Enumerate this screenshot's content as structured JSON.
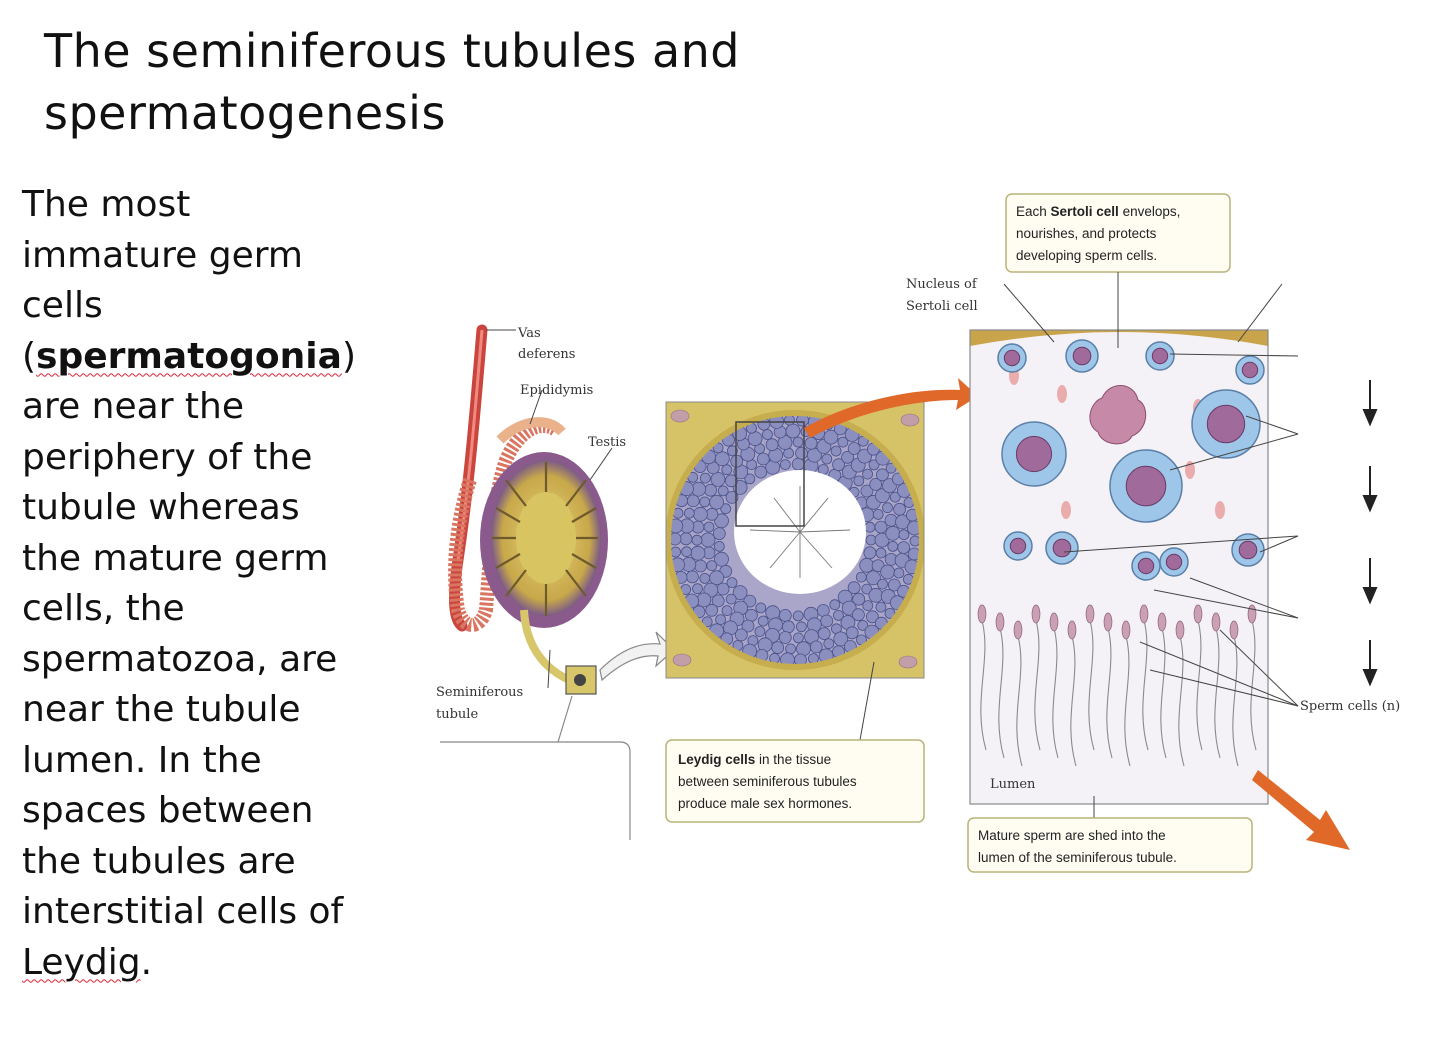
{
  "title": {
    "line1": "The seminiferous tubules and",
    "line2": "spermatogenesis"
  },
  "body": {
    "l1": "The most",
    "l2": "immature germ",
    "l3": "cells",
    "l4_open": "(",
    "l4_term": "spermatogonia",
    "l4_close": ")",
    "l5": "are near the",
    "l6": "periphery of the",
    "l7": "tubule whereas",
    "l8": "the mature germ",
    "l9": "cells, the",
    "l10": "spermatozoa, are",
    "l11": "near the tubule",
    "l12": "lumen. In the",
    "l13": "spaces between",
    "l14": "the tubules are",
    "l15": "interstitial cells of",
    "l16_word": "Leydig",
    "l16_end": "."
  },
  "diagram": {
    "labels": {
      "vas_1": "Vas",
      "vas_2": "deferens",
      "epididymis": "Epididymis",
      "testis": "Testis",
      "semi_1": "Seminiferous",
      "semi_2": "tubule",
      "nucleus_1": "Nucleus of",
      "nucleus_2": "Sertoli cell",
      "lumen": "Lumen",
      "sperm_cells": "Sperm cells (n)"
    },
    "boxes": {
      "sertoli_1a": "Each ",
      "sertoli_1b": "Sertoli cell",
      "sertoli_1c": " envelops,",
      "sertoli_2": "nourishes, and protects",
      "sertoli_3": "developing sperm cells.",
      "leydig_1a": "Leydig cells",
      "leydig_1b": " in the tissue",
      "leydig_2": "between seminiferous tubules",
      "leydig_3": "produce male sex hormones.",
      "mature_1": "Mature sperm are shed into the",
      "mature_2": "lumen of the seminiferous tubule."
    },
    "colors": {
      "tubule_wall": "#d8c66a",
      "cytoplasm": "#9ec6e8",
      "nucleus": "#a06a9a",
      "accent_arrow": "#e0692a",
      "vas": "#d9544a",
      "testis_outer": "#8a5a8c"
    }
  }
}
